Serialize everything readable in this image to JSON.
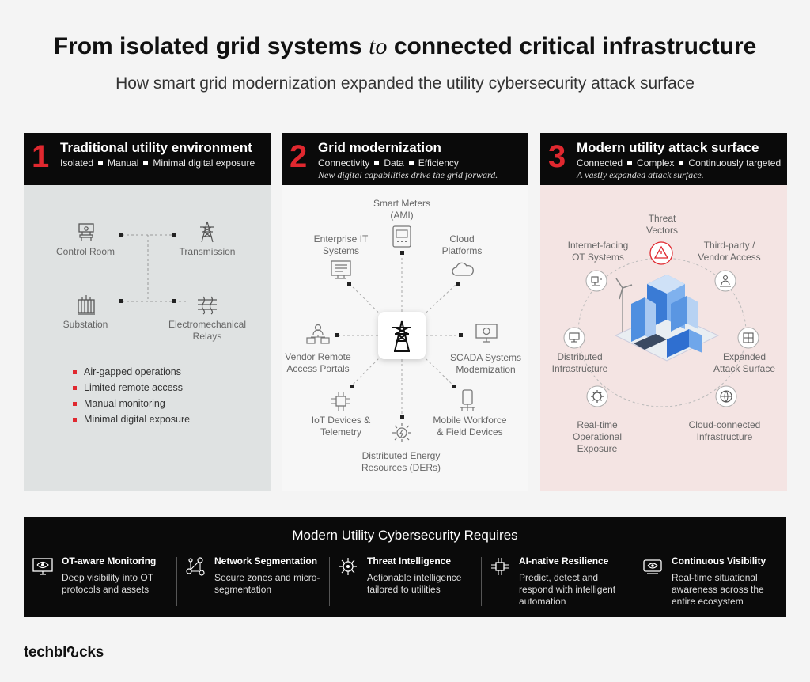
{
  "header": {
    "title_start": "From isolated grid systems",
    "title_mid": "to",
    "title_end": "connected critical infrastructure",
    "subtitle": "How smart grid modernization expanded the utility cybersecurity attack surface"
  },
  "panels": [
    {
      "number": "1",
      "title": "Traditional utility environment",
      "tags": [
        "Isolated",
        "Manual",
        "Minimal digital exposure"
      ],
      "nodes": [
        "Control Room",
        "Transmission",
        "Substation",
        "Electromechanical\nRelays"
      ],
      "bullets": [
        "Air-gapped operations",
        "Limited remote access",
        "Manual monitoring",
        "Minimal digital exposure"
      ]
    },
    {
      "number": "2",
      "title": "Grid modernization",
      "tags": [
        "Connectivity",
        "Data",
        "Efficiency"
      ],
      "note": "New digital capabilities drive the grid forward.",
      "nodes": [
        "Smart Meters\n(AMI)",
        "Enterprise IT\nSystems",
        "Cloud\nPlatforms",
        "Vendor Remote\nAccess Portals",
        "SCADA Systems\nModernization",
        "IoT Devices &\nTelemetry",
        "Mobile Workforce\n& Field Devices",
        "Distributed Energy\nResources (DERs)"
      ]
    },
    {
      "number": "3",
      "title": "Modern utility attack surface",
      "tags": [
        "Connected",
        "Complex",
        "Continuously targeted"
      ],
      "note": "A vastly expanded attack surface.",
      "nodes": [
        "Threat\nVectors",
        "Internet-facing\nOT Systems",
        "Third-party /\nVendor Access",
        "Distributed\nInfrastructure",
        "Expanded\nAttack Surface",
        "Real-time\nOperational\nExposure",
        "Cloud-connected\nInfrastructure"
      ]
    }
  ],
  "requirements": {
    "title": "Modern Utility Cybersecurity Requires",
    "items": [
      {
        "title": "OT-aware Monitoring",
        "desc": "Deep visibility into OT protocols and assets",
        "icon": "monitor-eye-icon"
      },
      {
        "title": "Network Segmentation",
        "desc": "Secure zones and micro-segmentation",
        "icon": "network-nodes-icon"
      },
      {
        "title": "Threat Intelligence",
        "desc": "Actionable intelligence tailored to utilities",
        "icon": "virus-icon"
      },
      {
        "title": "AI-native Resilience",
        "desc": "Predict, detect and respond with intelligent automation",
        "icon": "circuit-chip-icon"
      },
      {
        "title": "Continuous Visibility",
        "desc": "Real-time situational awareness across the entire ecosystem",
        "icon": "eye-monitor-icon"
      }
    ]
  },
  "brand": {
    "name_start": "techbl",
    "name_end": "cks"
  },
  "colors": {
    "accent": "#e0282f",
    "dark": "#0a0a0a",
    "panel1": "#dfe2e2",
    "panel2": "#f7f7f7",
    "panel3": "#f4e4e3"
  }
}
